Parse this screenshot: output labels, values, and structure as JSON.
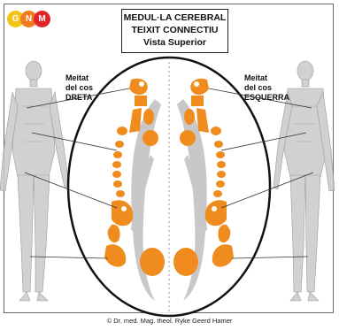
{
  "logo": {
    "letters": [
      "G",
      "N",
      "M"
    ],
    "colors": [
      "#f2c418",
      "#f07b1e",
      "#e0262a"
    ]
  },
  "title": {
    "line1": "MEDUL·LA CEREBRAL",
    "line2": "TEIXIT CONNECTIU",
    "line3": "Vista Superior"
  },
  "labels": {
    "left": {
      "line1": "Meitat",
      "line2": "del cos",
      "line3": "DRETA"
    },
    "right": {
      "line1": "Meitat",
      "line2": "del cos",
      "line3": "ESQUERRA"
    }
  },
  "credit": "© Dr. med. Mag. theol. Ryke Geerd Hamer",
  "colors": {
    "orange": "#f08c1e",
    "gray": "#c8c8c8",
    "outline": "#111111",
    "body": "#bdbdbd"
  },
  "icons": {
    "left_figure": "human-anatomy-figure-icon",
    "right_figure": "human-anatomy-figure-icon"
  }
}
